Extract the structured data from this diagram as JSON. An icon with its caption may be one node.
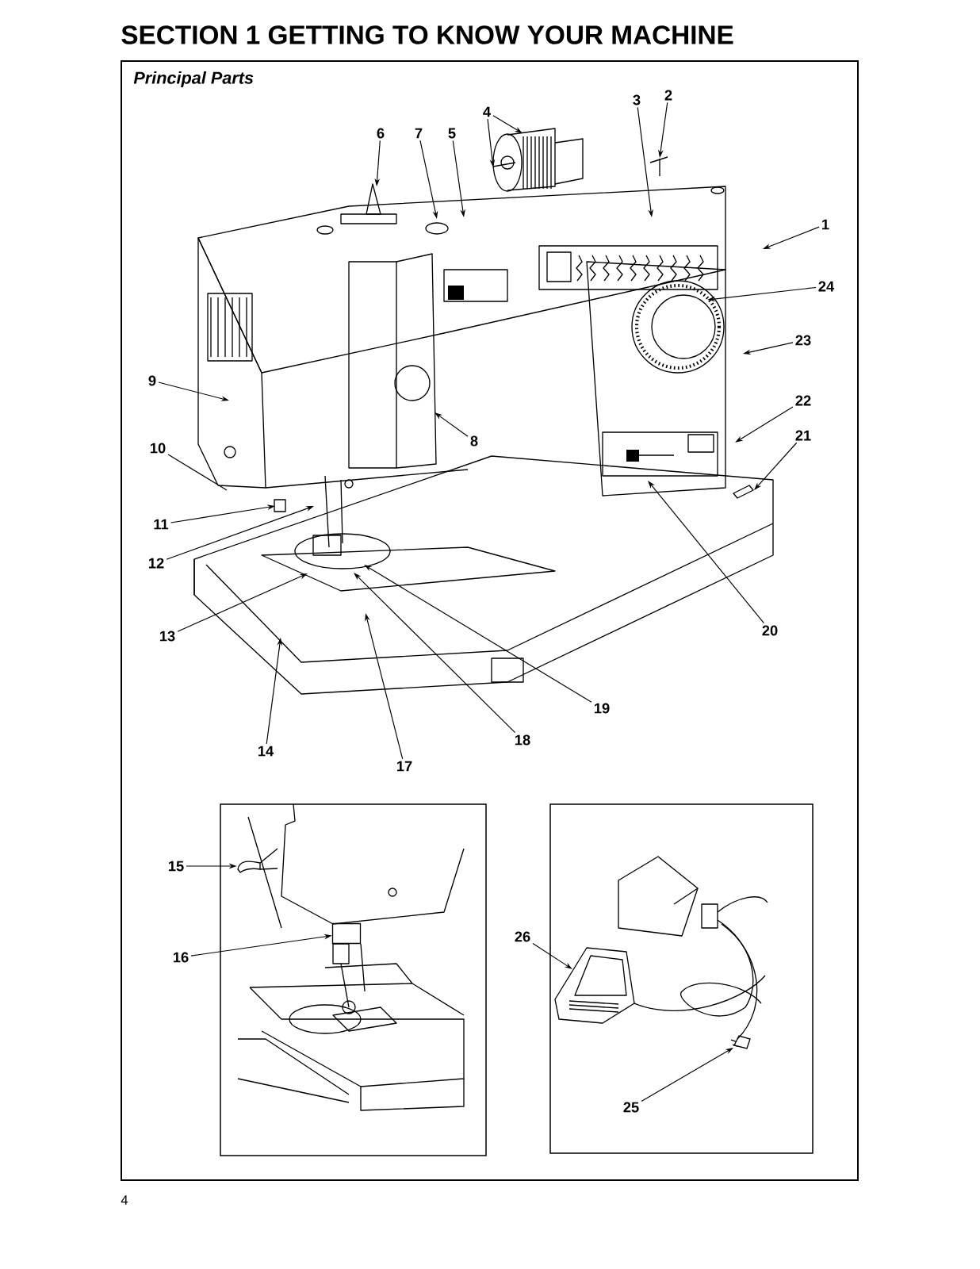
{
  "diagram": {
    "title": "SECTION 1 GETTING TO KNOW YOUR MACHINE",
    "nodes": [
      {
        "text": [
          "1"
        ]
      },
      {
        "text": [
          "2"
        ]
      },
      {
        "text": [
          "3"
        ]
      },
      {
        "text": [
          "4"
        ]
      },
      {
        "text": [
          "5"
        ]
      },
      {
        "text": [
          "6"
        ]
      },
      {
        "text": [
          "7"
        ]
      },
      {
        "text": [
          "8"
        ]
      },
      {
        "text": [
          "9"
        ]
      },
      {
        "text": [
          "10"
        ]
      },
      {
        "text": [
          "11"
        ]
      },
      {
        "text": [
          "12"
        ]
      },
      {
        "text": [
          "13"
        ]
      },
      {
        "text": [
          "14"
        ]
      },
      {
        "text": [
          "15"
        ]
      },
      {
        "text": [
          "16"
        ]
      },
      {
        "text": [
          "17"
        ]
      },
      {
        "text": [
          "18"
        ]
      },
      {
        "text": [
          "19"
        ]
      },
      {
        "text": [
          "20"
        ]
      },
      {
        "text": [
          "21"
        ]
      },
      {
        "text": [
          "22"
        ]
      },
      {
        "text": [
          "23"
        ]
      },
      {
        "text": [
          "24"
        ]
      },
      {
        "text": [
          "25"
        ]
      },
      {
        "text": [
          "26"
        ]
      },
      {
        "text": [],
        "shape": "picture"
      },
      {
        "text": [],
        "shape": "picture"
      },
      {
        "text": [],
        "shape": "box"
      },
      {
        "text": [],
        "shape": "picture"
      }
    ],
    "edges": [
      {
        "from": 0,
        "to": null,
        "arrow": "to"
      },
      {
        "from": 1,
        "to": null,
        "arrow": "to"
      },
      {
        "from": 2,
        "to": null,
        "arrow": "to"
      },
      {
        "from": 3,
        "to": null,
        "arrow": "to"
      },
      {
        "from": 3,
        "to": null,
        "arrow": "to"
      },
      {
        "from": 4,
        "to": null,
        "arrow": "to"
      },
      {
        "from": 5,
        "to": null,
        "arrow": "to"
      },
      {
        "from": 6,
        "to": null,
        "arrow": "to"
      },
      {
        "from": 7,
        "to": null,
        "arrow": "to"
      },
      {
        "from": 8,
        "to": null,
        "arrow": "to"
      },
      {
        "from": 9,
        "to": null,
        "arrow": "none"
      },
      {
        "from": 10,
        "to": null,
        "arrow": "to"
      },
      {
        "from": 11,
        "to": null,
        "arrow": "to"
      },
      {
        "from": 12,
        "to": null,
        "arrow": "to"
      },
      {
        "from": 13,
        "to": null,
        "arrow": "to"
      },
      {
        "from": 14,
        "to": 26,
        "arrow": "to"
      },
      {
        "from": 15,
        "to": 28,
        "arrow": "to"
      },
      {
        "from": 16,
        "to": null,
        "arrow": "to"
      },
      {
        "from": 17,
        "to": null,
        "arrow": "to"
      },
      {
        "from": 18,
        "to": null,
        "arrow": "to"
      },
      {
        "from": 19,
        "to": null,
        "arrow": "to"
      },
      {
        "from": 20,
        "to": null,
        "arrow": "to"
      },
      {
        "from": 21,
        "to": null,
        "arrow": "to"
      },
      {
        "from": 22,
        "to": null,
        "arrow": "to"
      },
      {
        "from": 23,
        "to": null,
        "arrow": "to"
      },
      {
        "from": 24,
        "to": 27,
        "arrow": "to"
      },
      {
        "from": 25,
        "to": 29,
        "arrow": "to"
      }
    ],
    "labels": [
      "Principal Parts",
      "4"
    ]
  }
}
